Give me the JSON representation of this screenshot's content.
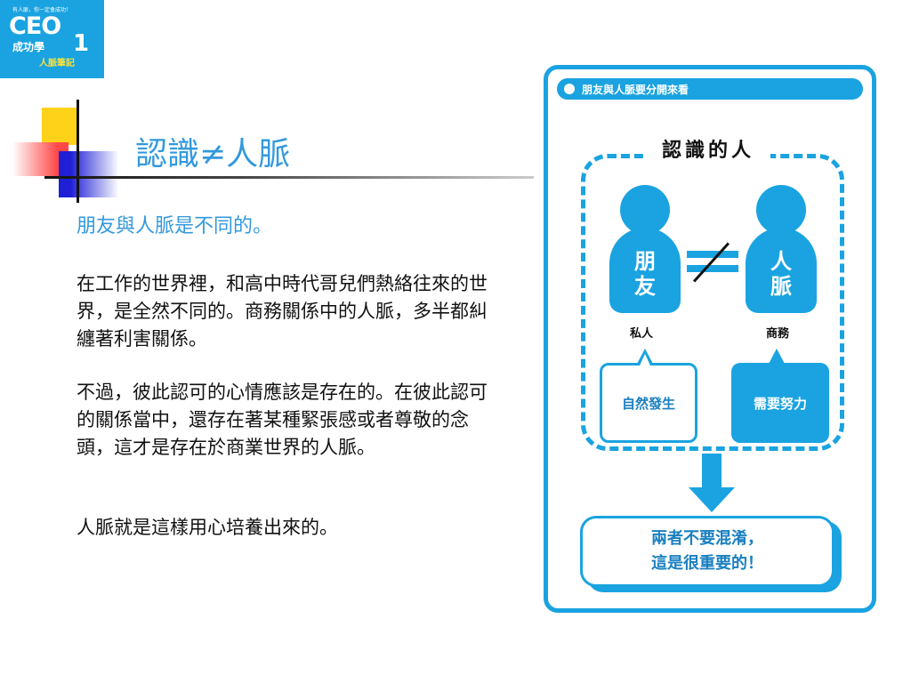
{
  "logo": {
    "tagline": "有人脈，你一定會成功！",
    "ceo": "CEO",
    "subtitle": "成功學",
    "number": "1",
    "note": "人脈筆記"
  },
  "slide": {
    "title": "認識≠人脈",
    "lead": "朋友與人脈是不同的。",
    "paragraphs": [
      "在工作的世界裡，和高中時代哥兒們熱絡往來的世界，是全然不同的。商務關係中的人脈，多半都糾纏著利害關係。",
      "不過，彼此認可的心情應該是存在的。在彼此認可的關係當中，還存在著某種緊張感或者尊敬的念頭，這才是存在於商業世界的人脈。",
      "人脈就是這樣用心培養出來的。"
    ]
  },
  "infographic": {
    "header": "朋友與人脈要分開來看",
    "section_title": "認識的人",
    "left_person": "朋\n友",
    "right_person": "人\n脈",
    "left_caption": "私人",
    "right_caption": "商務",
    "left_bubble": "自然發生",
    "right_bubble": "需要努力",
    "conclusion_line1": "兩者不要混淆，",
    "conclusion_line2": "這是很重要的！"
  },
  "colors": {
    "accent": "#1aa3e0",
    "title": "#3399dd"
  }
}
